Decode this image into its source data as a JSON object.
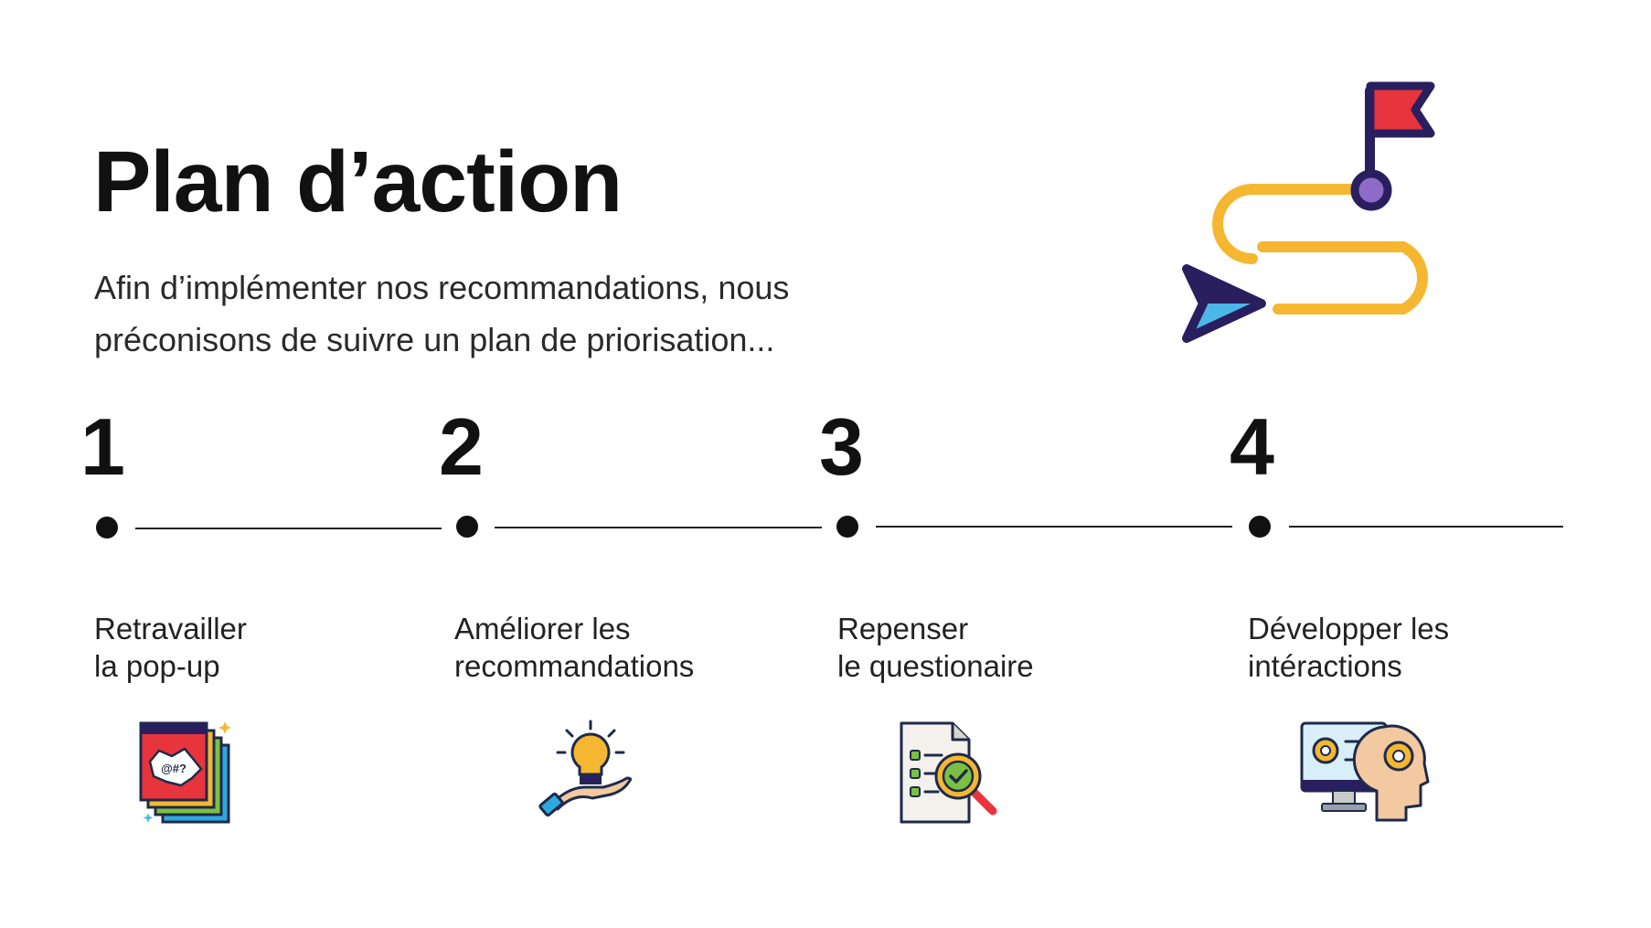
{
  "slide": {
    "title": "Plan d’action",
    "subtitle": "Afin d’implémenter nos recommandations, nous préconisons de suivre un plan de priorisation...",
    "illustration_icon": "roadmap-route-flag-icon"
  },
  "colors": {
    "text": "#111111",
    "route_yellow": "#F5B731",
    "flag_red": "#E8343D",
    "navy": "#2A1F5E",
    "accent_blue": "#4DB8E8",
    "pin_purple": "#8E6BC7"
  },
  "steps": [
    {
      "number": "1",
      "label": "Retravailler\nla pop-up",
      "icon": "popup-windows-icon"
    },
    {
      "number": "2",
      "label": "Améliorer les\nrecommandations",
      "icon": "lightbulb-hand-icon"
    },
    {
      "number": "3",
      "label": "Repenser\nle questionaire",
      "icon": "checklist-magnifier-icon"
    },
    {
      "number": "4",
      "label": "Développer les\nintéractions",
      "icon": "head-gears-monitor-icon"
    }
  ]
}
